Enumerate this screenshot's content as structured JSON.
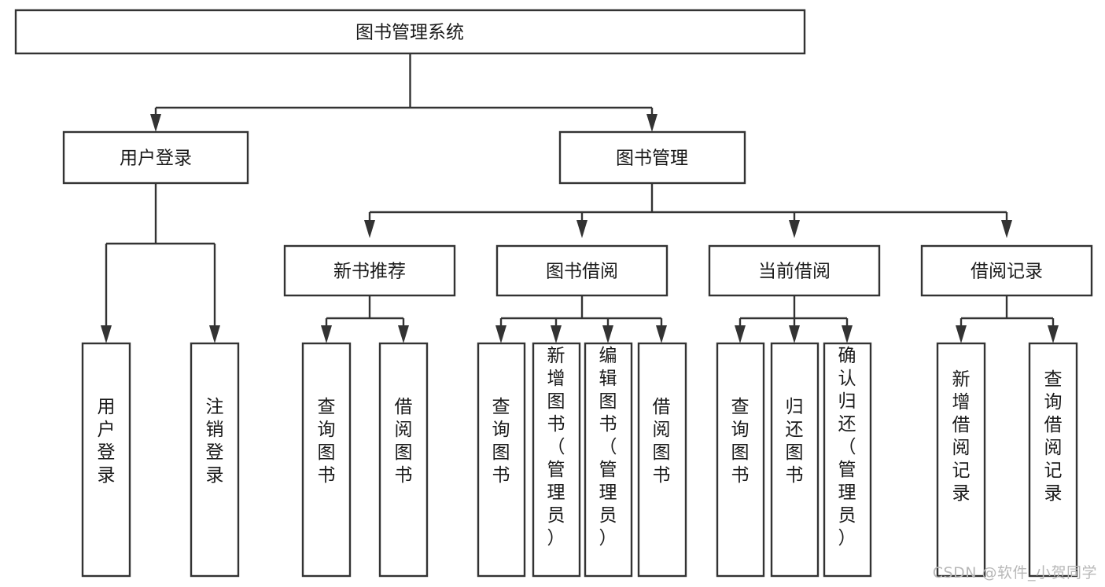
{
  "diagram": {
    "type": "tree-hierarchy",
    "title": "图书管理系统",
    "watermark": "CSDN @软件_小贺同学",
    "colors": {
      "stroke": "#333333",
      "box_fill": "#ffffff",
      "text": "#1a1a1a",
      "background": "#ffffff",
      "watermark": "#b8b8b8"
    },
    "levels": [
      {
        "level": 1,
        "nodes": [
          {
            "id": "root",
            "label": "图书管理系统",
            "orientation": "horizontal"
          }
        ]
      },
      {
        "level": 2,
        "nodes": [
          {
            "id": "user-login",
            "label": "用户登录",
            "orientation": "horizontal",
            "parent": "root"
          },
          {
            "id": "book-manage",
            "label": "图书管理",
            "orientation": "horizontal",
            "parent": "root"
          }
        ]
      },
      {
        "level": 3,
        "nodes": [
          {
            "id": "new-book-rec",
            "label": "新书推荐",
            "orientation": "horizontal",
            "parent": "book-manage"
          },
          {
            "id": "book-borrow",
            "label": "图书借阅",
            "orientation": "horizontal",
            "parent": "book-manage"
          },
          {
            "id": "current-borrow",
            "label": "当前借阅",
            "orientation": "horizontal",
            "parent": "book-manage"
          },
          {
            "id": "borrow-record",
            "label": "借阅记录",
            "orientation": "horizontal",
            "parent": "book-manage"
          }
        ]
      },
      {
        "level": 4,
        "nodes": [
          {
            "id": "leaf-user-login",
            "label": "用户登录",
            "orientation": "vertical",
            "parent": "user-login"
          },
          {
            "id": "leaf-logout",
            "label": "注销登录",
            "orientation": "vertical",
            "parent": "user-login"
          },
          {
            "id": "leaf-query-book-1",
            "label": "查询图书",
            "orientation": "vertical",
            "parent": "new-book-rec"
          },
          {
            "id": "leaf-borrow-book-1",
            "label": "借阅图书",
            "orientation": "vertical",
            "parent": "new-book-rec"
          },
          {
            "id": "leaf-query-book-2",
            "label": "查询图书",
            "orientation": "vertical",
            "parent": "book-borrow"
          },
          {
            "id": "leaf-add-book",
            "label": "新增图书（管理员）",
            "orientation": "vertical",
            "parent": "book-borrow"
          },
          {
            "id": "leaf-edit-book",
            "label": "编辑图书（管理员）",
            "orientation": "vertical",
            "parent": "book-borrow"
          },
          {
            "id": "leaf-borrow-book-2",
            "label": "借阅图书",
            "orientation": "vertical",
            "parent": "book-borrow"
          },
          {
            "id": "leaf-query-book-3",
            "label": "查询图书",
            "orientation": "vertical",
            "parent": "current-borrow"
          },
          {
            "id": "leaf-return-book",
            "label": "归还图书",
            "orientation": "vertical",
            "parent": "current-borrow"
          },
          {
            "id": "leaf-confirm-return",
            "label": "确认归还（管理员）",
            "orientation": "vertical",
            "parent": "current-borrow"
          },
          {
            "id": "leaf-add-record",
            "label": "新增借阅记录",
            "orientation": "vertical",
            "parent": "borrow-record"
          },
          {
            "id": "leaf-query-record",
            "label": "查询借阅记录",
            "orientation": "vertical",
            "parent": "borrow-record"
          }
        ]
      }
    ]
  }
}
